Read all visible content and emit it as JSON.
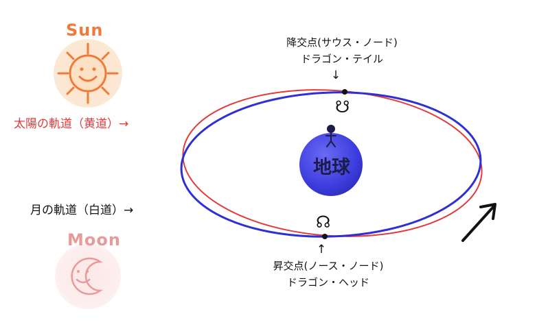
{
  "sun": {
    "title": "Sun",
    "color": "#f07a3a",
    "face_color": "#f7a860"
  },
  "moon": {
    "title": "Moon",
    "color": "#e89a9a"
  },
  "ecliptic": {
    "label": "太陽の軌道（黄道）→",
    "color": "#e23a3a"
  },
  "moon_orbit": {
    "label": "月の軌道（白道）→",
    "color": "#2f2fd6"
  },
  "descending_node": {
    "line1": "降交点(サウス・ノード)",
    "line2": "ドラゴン・テイル",
    "arrow": "↓",
    "symbol": "☋"
  },
  "ascending_node": {
    "arrow": "↑",
    "line1": "昇交点(ノース・ノード)",
    "line2": "ドラゴン・ヘッド",
    "symbol": "☊"
  },
  "earth": {
    "label": "地球",
    "color": "#3b3bdd"
  }
}
